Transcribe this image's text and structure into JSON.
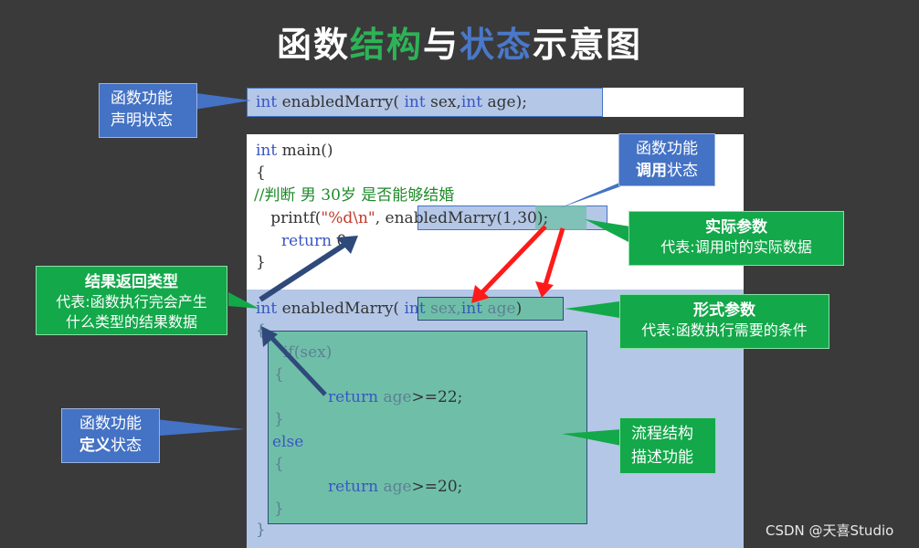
{
  "title": {
    "part1": "函数",
    "part2": "结构",
    "part3": "与",
    "part4": "状态",
    "part5": "示意图"
  },
  "declaration": {
    "kw1": "int",
    "name": " enabledMarry( ",
    "kw2": "int",
    "p1": " sex,",
    "kw3": "int",
    "p2": " age);"
  },
  "main_code": {
    "line1_kw": "int",
    "line1": " main()",
    "line2": "{",
    "comment": "//判断 男 30岁 是否能够结婚",
    "printf_pre": "   printf(",
    "printf_str": "\"%d\\n\"",
    "printf_comma": ", ",
    "call": "enabledMarry(1,30)",
    "call_end": ";",
    "ret_kw": "return",
    "ret_val": " 0;",
    "close": "}"
  },
  "def_code": {
    "sig_kw": "int",
    "sig_name": " enabledMarry(",
    "p_kw1": "int",
    "p_sex": " sex,",
    "p_kw2": "int",
    "p_age": " age",
    "sig_close": ")",
    "open": "{",
    "if_line": "if(sex)",
    "if_open": "{",
    "ret1_kw": "return",
    "ret1_var": " age",
    "ret1_rest": ">=22;",
    "if_close": "}",
    "else": "else",
    "else_open": "{",
    "ret2_kw": "return",
    "ret2_var": " age",
    "ret2_rest": ">=20;",
    "else_close": "}",
    "close": "}"
  },
  "callouts": {
    "declare": [
      "函数功能",
      "声明状态"
    ],
    "call": {
      "line1": "函数功能",
      "line2_bold": "调用",
      "line2_rest": "状态"
    },
    "actual": {
      "title": "实际参数",
      "desc": "代表:调用时的实际数据"
    },
    "return_type": {
      "title": "结果返回类型",
      "desc1": "代表:函数执行完会产生",
      "desc2": "什么类型的结果数据"
    },
    "formal": {
      "title": "形式参数",
      "desc": "代表:函数执行需要的条件"
    },
    "define": {
      "line1": "函数功能",
      "line2_bold": "定义",
      "line2_rest": "状态"
    },
    "flow": [
      "流程结构",
      "描述功能"
    ]
  },
  "watermark": "CSDN @天喜Studio",
  "colors": {
    "background": "#3a3a3a",
    "callout_blue": "#4472c4",
    "callout_green": "#13a84a",
    "highlight_blue": "#b4c7e7",
    "flow_teal": "#6fbfa8",
    "arrow_red": "#ff1a1a",
    "arrow_navy": "#2f4a7a"
  }
}
